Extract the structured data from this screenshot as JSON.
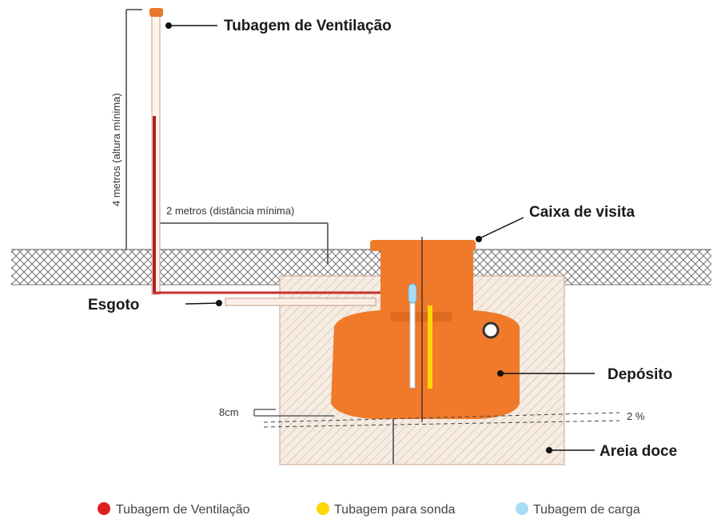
{
  "labels": {
    "vent_pipe": "Tubagem de Ventilação",
    "manhole": "Caixa de visita",
    "sewage": "Esgoto",
    "tank": "Depósito",
    "sand": "Areia doce",
    "height": "4 metros (altura mínima)",
    "distance": "2 metros (distância mínima)",
    "depth": "8cm",
    "slope": "2 %"
  },
  "legend": [
    {
      "label": "Tubagem de Ventilação",
      "color": "#e01e1e"
    },
    {
      "label": "Tubagem para sonda",
      "color": "#ffd800"
    },
    {
      "label": "Tubagem de carga",
      "color": "#a8dcf5"
    }
  ],
  "colors": {
    "tank": "#f07a2a",
    "tank_dark": "#e06a1f",
    "vent": "#b51f1f",
    "sand": "#f3e8dd",
    "sand_hatch": "#d8a98f",
    "ground_hatch": "#6e6e6e"
  }
}
